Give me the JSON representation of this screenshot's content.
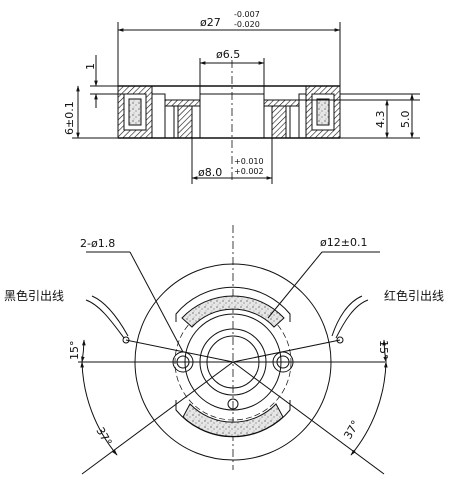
{
  "top_view": {
    "outer_diameter": {
      "main": "ø27",
      "upper": "-0.007",
      "lower": "-0.020"
    },
    "hole_diameter": "ø6.5",
    "flange_thickness": "1",
    "total_height_tol": "6±0.1",
    "height_inner": "4.3",
    "height_outer": "5.0",
    "bore_diameter": {
      "main": "ø8.0",
      "upper": "+0.010",
      "lower": "+0.002"
    }
  },
  "bottom_view": {
    "holes_label": "2-ø1.8",
    "circle_label": "ø12±0.1",
    "black_lead": "黑色引出线",
    "red_lead": "红色引出线",
    "angle_left_small": "15°",
    "angle_right_small": "15°",
    "angle_left_large": "37°",
    "angle_right_large": "37°"
  }
}
